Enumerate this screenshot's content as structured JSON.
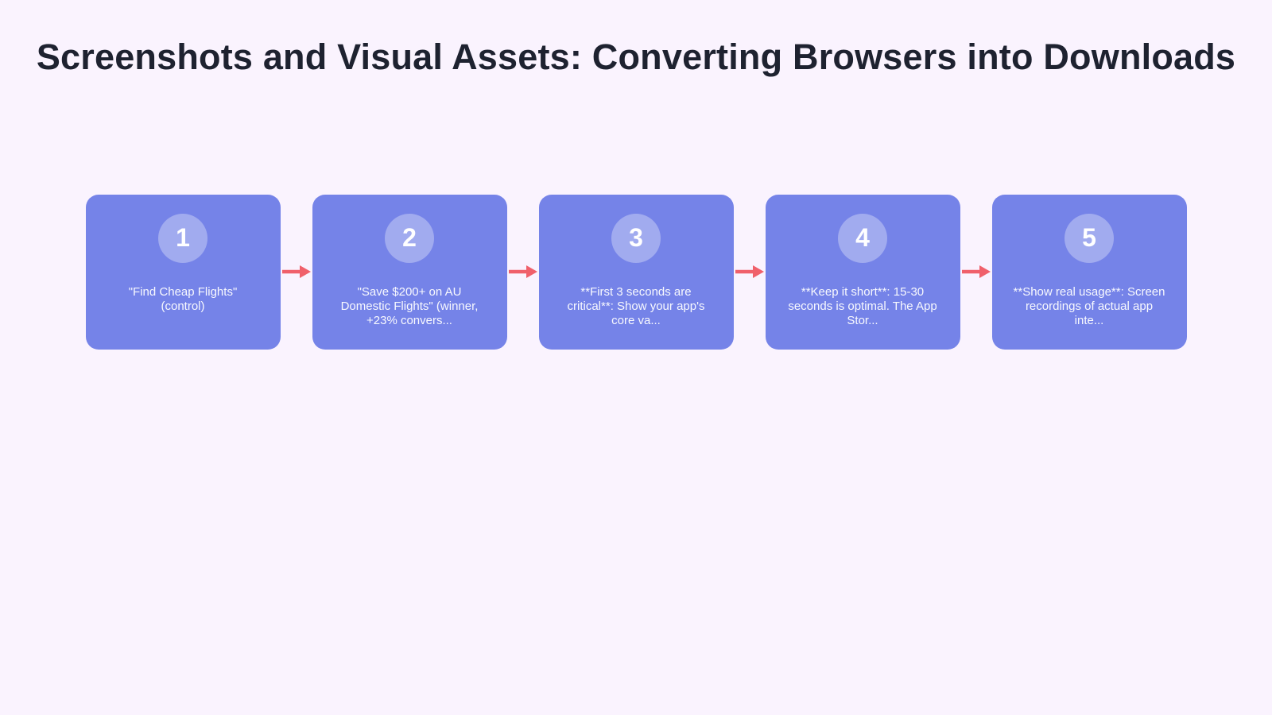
{
  "page": {
    "title": "Screenshots and Visual Assets: Converting Browsers into Downloads"
  },
  "colors": {
    "background": "#faf3fe",
    "card": "#7583e8",
    "badge": "rgba(255,255,255,0.32)",
    "arrow": "#f0606b",
    "title_text": "#1e2230",
    "card_text": "rgba(255,255,255,0.95)"
  },
  "flow": {
    "arrow_icon": "right-arrow-icon",
    "steps": [
      {
        "number": "1",
        "label": "\"Find Cheap Flights\" (control)"
      },
      {
        "number": "2",
        "label": "\"Save $200+ on AU Domestic Flights\" (winner, +23% convers..."
      },
      {
        "number": "3",
        "label": "**First 3 seconds are critical**: Show your app's core va..."
      },
      {
        "number": "4",
        "label": "**Keep it short**: 15-30 seconds is optimal. The App Stor..."
      },
      {
        "number": "5",
        "label": "**Show real usage**: Screen recordings of actual app inte..."
      }
    ]
  }
}
